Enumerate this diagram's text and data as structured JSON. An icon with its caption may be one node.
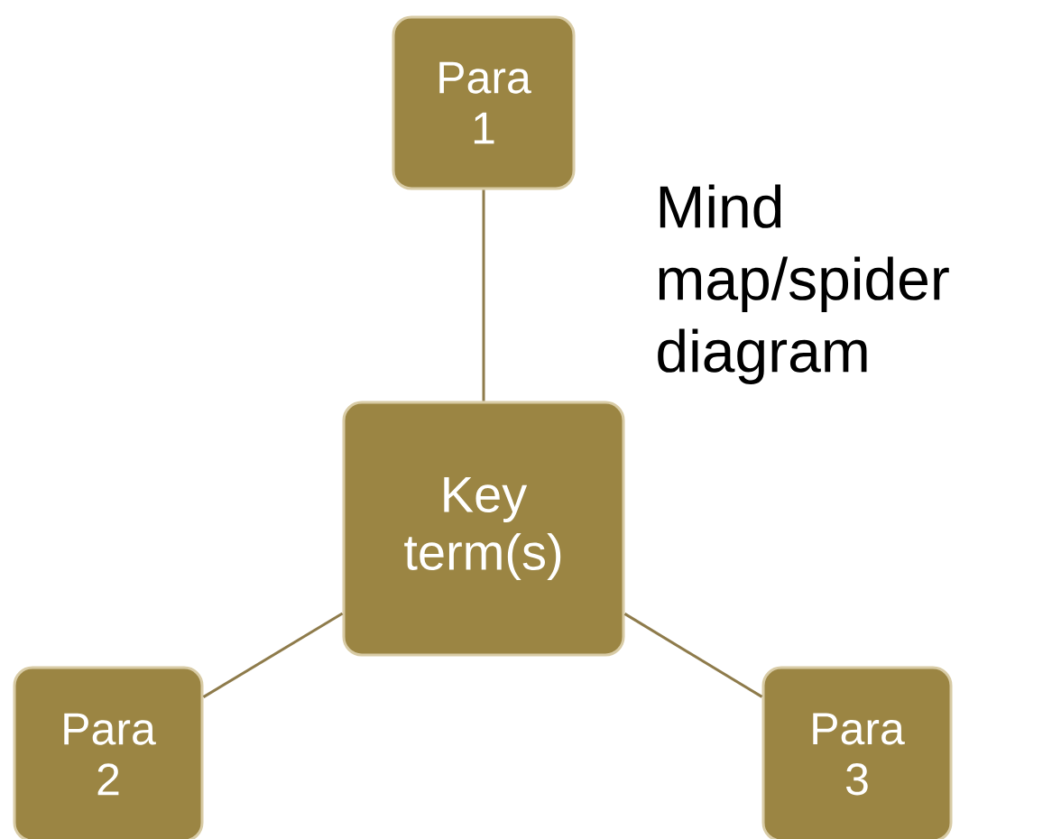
{
  "diagram": {
    "nodes": [
      {
        "text": [
          "Para 1"
        ]
      },
      {
        "text": [
          "Key term(s)"
        ]
      },
      {
        "text": [
          "Para 2"
        ]
      },
      {
        "text": [
          "Para 3"
        ]
      }
    ],
    "edges": [
      {
        "from": 0,
        "to": 1,
        "arrow": "none"
      },
      {
        "from": 1,
        "to": 2,
        "arrow": "none"
      },
      {
        "from": 1,
        "to": 3,
        "arrow": "none"
      }
    ],
    "labels": [
      "Mind map/spider diagram"
    ]
  }
}
